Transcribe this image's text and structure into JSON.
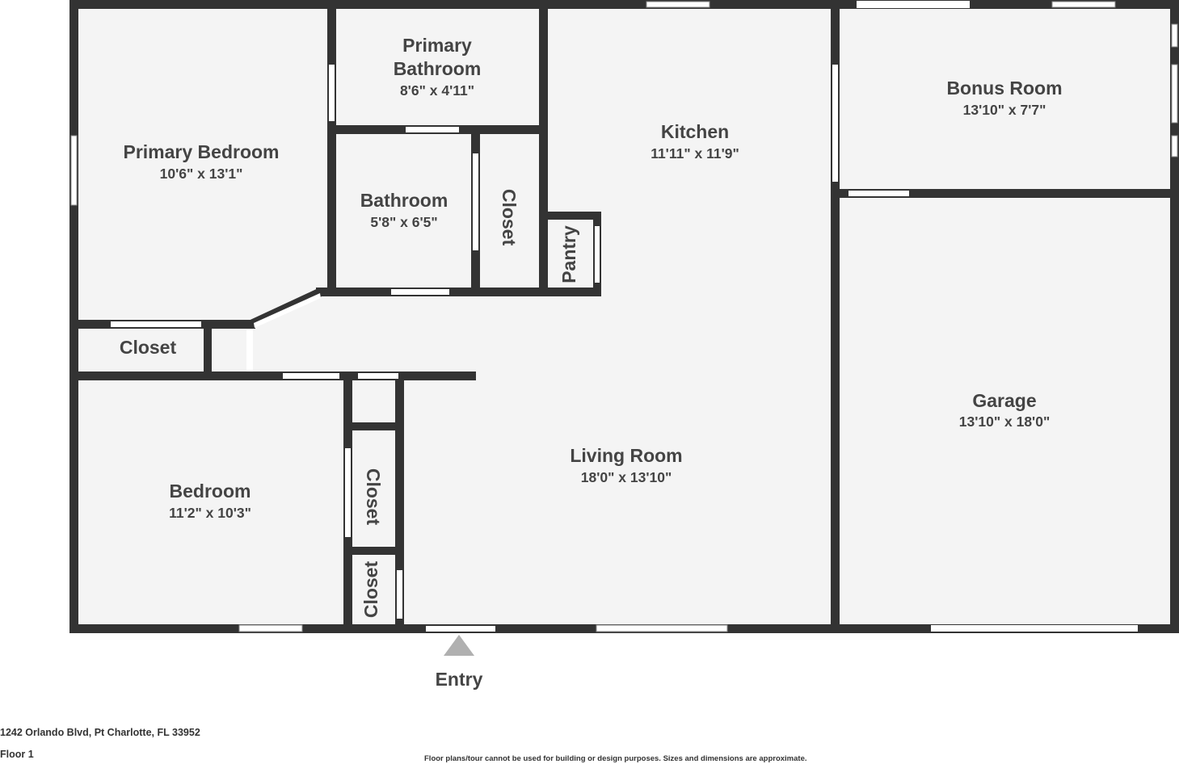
{
  "rooms": {
    "primary_bedroom": {
      "name": "Primary Bedroom",
      "dims": "10'6\" x 13'1\""
    },
    "primary_bathroom": {
      "name_line1": "Primary",
      "name_line2": "Bathroom",
      "dims": "8'6\" x 4'11\""
    },
    "kitchen": {
      "name": "Kitchen",
      "dims": "11'11\" x 11'9\""
    },
    "bonus_room": {
      "name": "Bonus Room",
      "dims": "13'10\" x 7'7\""
    },
    "bathroom": {
      "name": "Bathroom",
      "dims": "5'8\" x 6'5\""
    },
    "closet_bath": {
      "name": "Closet"
    },
    "pantry": {
      "name": "Pantry"
    },
    "closet_hall": {
      "name": "Closet"
    },
    "garage": {
      "name": "Garage",
      "dims": "13'10\" x 18'0\""
    },
    "living_room": {
      "name": "Living Room",
      "dims": "18'0\" x 13'10\""
    },
    "bedroom": {
      "name": "Bedroom",
      "dims": "11'2\" x 10'3\""
    },
    "closet_bed_1": {
      "name": "Closet"
    },
    "closet_bed_2": {
      "name": "Closet"
    }
  },
  "entry": {
    "label": "Entry"
  },
  "footer": {
    "address": "1242 Orlando Blvd, Pt Charlotte, FL 33952",
    "floor": "Floor 1",
    "disclaimer": "Floor plans/tour cannot be used for building or design purposes. Sizes and dimensions are approximate."
  },
  "colors": {
    "wall": "#333333",
    "floor": "#f4f4f4",
    "window": "#ffffff",
    "entry_marker": "#b0b0b0",
    "text": "#444444"
  }
}
